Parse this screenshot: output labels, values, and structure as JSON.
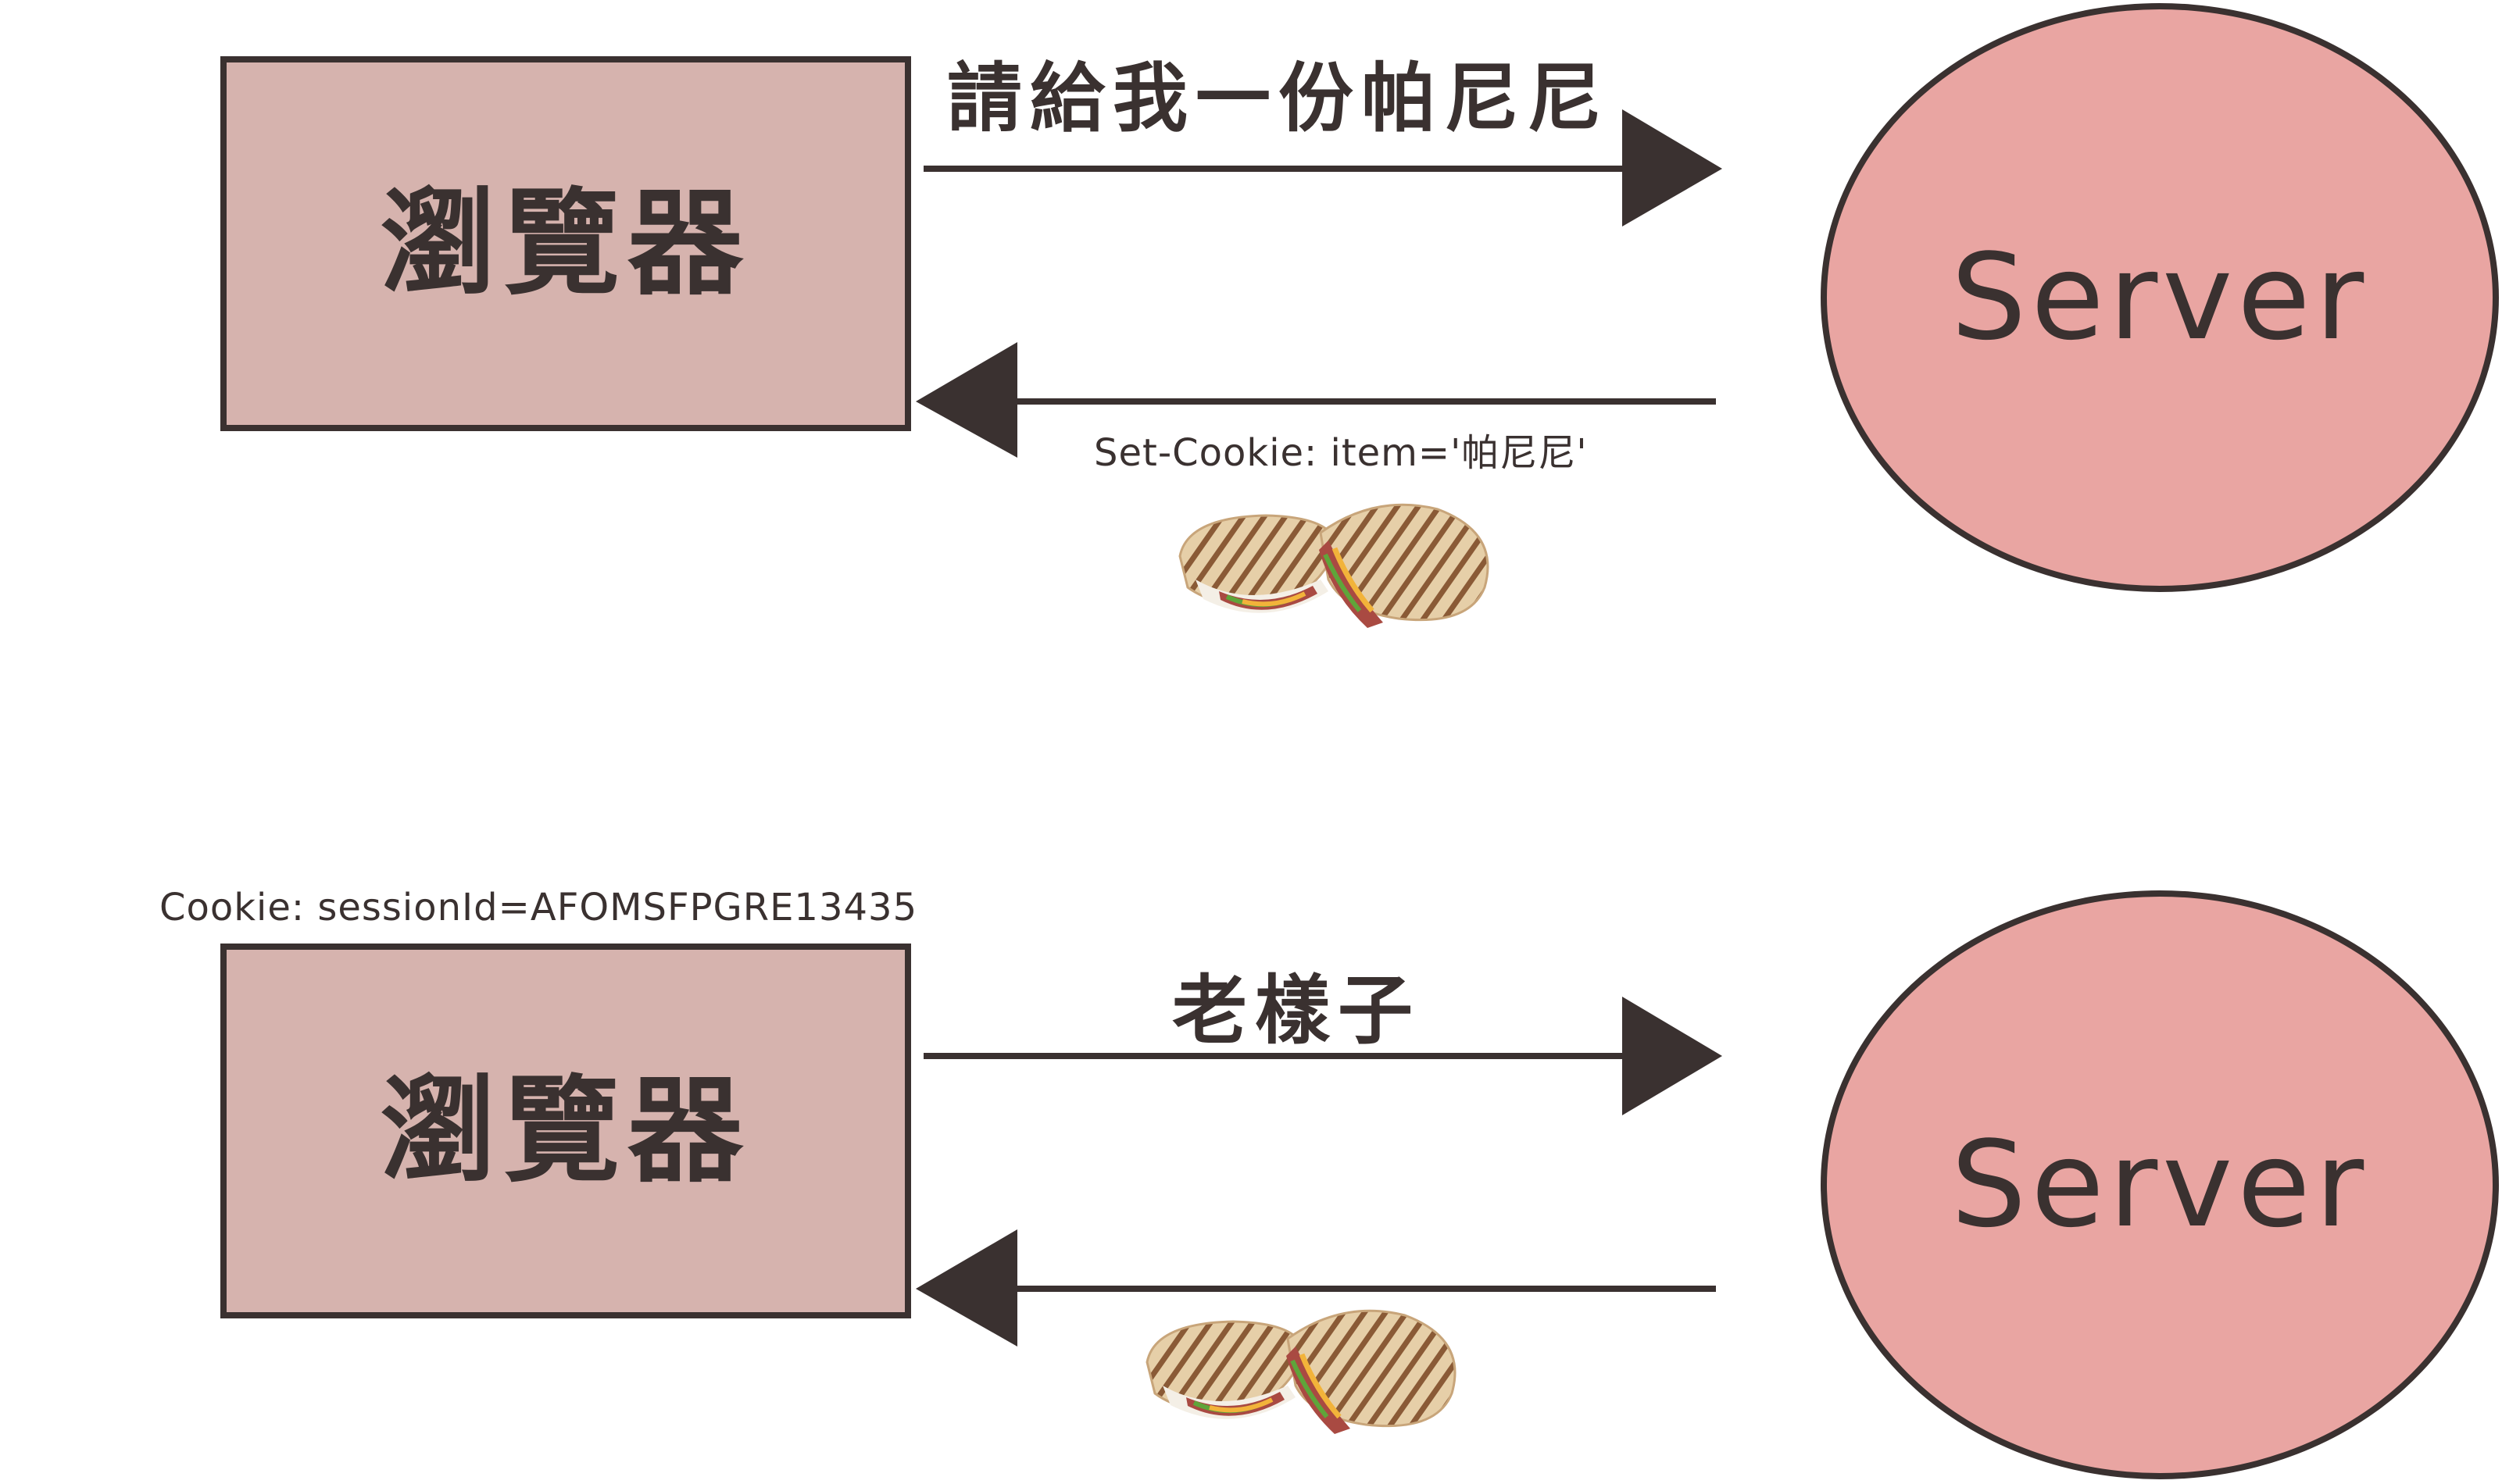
{
  "colors": {
    "ink": "#3a3130",
    "browser_fill": "#d6b3ae",
    "server_fill": "#e9a5a2",
    "background": "#ffffff"
  },
  "scenarios": [
    {
      "browser_label": "瀏覽器",
      "server_label": "Server",
      "request_label": "請給我一份帕尼尼",
      "response_label": "Set-Cookie: item='帕尼尼'",
      "response_icon": "panini-sandwich-icon"
    },
    {
      "cookie_label": "Cookie: sessionId=AFOMSFPGRE13435",
      "browser_label": "瀏覽器",
      "server_label": "Server",
      "request_label": "老樣子",
      "response_icon": "panini-sandwich-icon"
    }
  ]
}
